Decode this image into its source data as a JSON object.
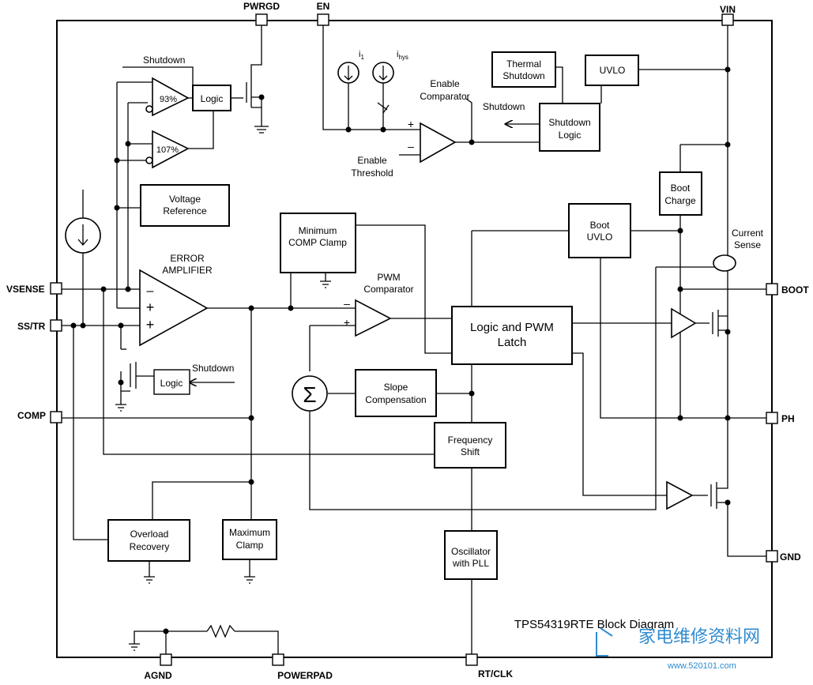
{
  "pins": {
    "pwrgd": "PWRGD",
    "en": "EN",
    "vin": "VIN",
    "vsense": "VSENSE",
    "ss_tr": "SS/TR",
    "comp": "COMP",
    "boot": "BOOT",
    "ph": "PH",
    "gnd": "GND",
    "agnd": "AGND",
    "powerpad": "POWERPAD",
    "rt_clk": "RT/CLK"
  },
  "blocks": {
    "logic_top": "Logic",
    "comp_93": "93%",
    "comp_107": "107%",
    "voltage_reference": [
      "Voltage",
      "Reference"
    ],
    "minimum_comp_clamp": [
      "Minimum",
      "COMP Clamp"
    ],
    "thermal_shutdown": [
      "Thermal",
      "Shutdown"
    ],
    "uvlo": "UVLO",
    "shutdown_logic": [
      "Shutdown",
      "Logic"
    ],
    "boot_charge": [
      "Boot",
      "Charge"
    ],
    "boot_uvlo": [
      "Boot",
      "UVLO"
    ],
    "logic_pwm_latch": [
      "Logic and PWM",
      "Latch"
    ],
    "slope_compensation": [
      "Slope",
      "Compensation"
    ],
    "frequency_shift": [
      "Frequency",
      "Shift"
    ],
    "logic_small": "Logic",
    "overload_recovery": [
      "Overload",
      "Recovery"
    ],
    "maximum_clamp": [
      "Maximum",
      "Clamp"
    ],
    "oscillator_pll": [
      "Oscillator",
      "with PLL"
    ],
    "sigma": "Σ"
  },
  "labels": {
    "shutdown_top": "Shutdown",
    "error_amplifier": [
      "ERROR",
      "AMPLIFIER"
    ],
    "pwm_comparator": [
      "PWM",
      "Comparator"
    ],
    "enable_comparator": [
      "Enable",
      "Comparator"
    ],
    "enable_threshold": [
      "Enable",
      "Threshold"
    ],
    "shutdown_en": "Shutdown",
    "shutdown_small": "Shutdown",
    "current_sense": [
      "Current",
      "Sense"
    ],
    "i1": "i",
    "i1_sub": "1",
    "ihys": "i",
    "ihys_sub": "hys",
    "plus": "+",
    "minus": "–",
    "title": "TPS54319RTE Block Diagram",
    "watermark_cn": "家电维修资料网",
    "watermark_url": "www.520101.com"
  },
  "colors": {
    "line": "#000000",
    "watermark": "#2e8bd0"
  }
}
